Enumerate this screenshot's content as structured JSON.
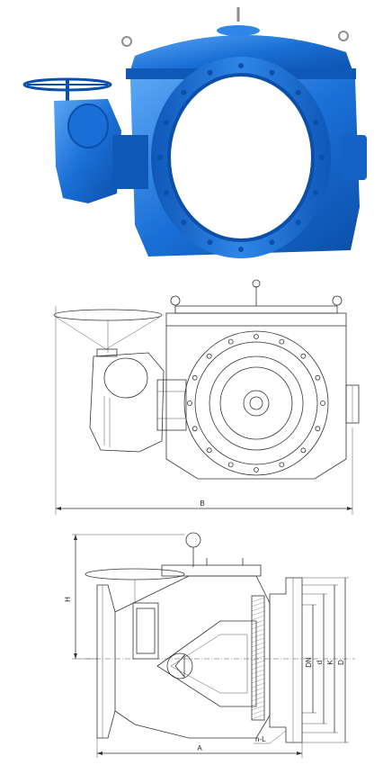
{
  "colors": {
    "valve_blue": "#1a6fd6",
    "valve_blue_dark": "#0b4fa8",
    "valve_blue_light": "#4f9cf0",
    "line": "#333333"
  },
  "icons": {
    "handwheel": "handwheel-icon",
    "lifting_eye": "lifting-eye-icon"
  },
  "front_view": {
    "dim_b": "B"
  },
  "side_view": {
    "dim_a": "A",
    "dim_h": "H",
    "dim_dn": "DN",
    "dim_d1": "d",
    "dim_k": "K",
    "dim_d": "D",
    "dim_n": "n-L"
  }
}
